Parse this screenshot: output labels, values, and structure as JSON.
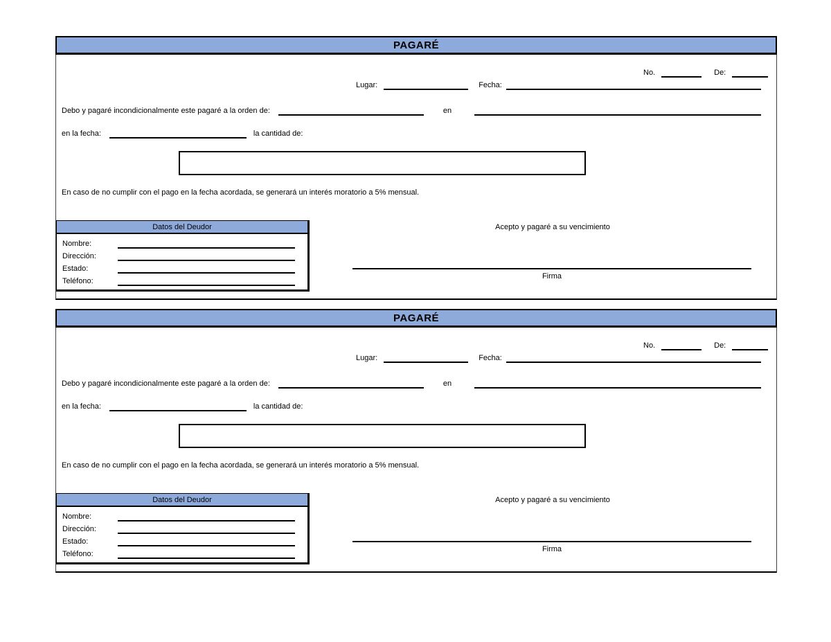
{
  "copies": 2,
  "theme": {
    "header_blue": "#8EAADB",
    "line_black": "#000000"
  },
  "form": {
    "title": "PAGARÉ",
    "no_label": "No.",
    "no_value": "",
    "de_label": "De:",
    "de_value": "",
    "lugar_label": "Lugar:",
    "lugar_value": "",
    "fecha_label": "Fecha:",
    "fecha_value": "",
    "order_clause": "Debo y pagaré incondicionalmente este pagaré a la orden de:",
    "orden_value": "",
    "en_label": "en",
    "en_value": "",
    "fecha_clause": "en la fecha:",
    "fecha_pago_value": "",
    "cantidad_clause": "la cantidad de:",
    "cantidad_value": "",
    "interest_note": "En caso de no cumplir con el pago en la fecha acordada, se generará un interés moratorio a 5% mensual.",
    "debtor": {
      "title": "Datos del Deudor",
      "fields": [
        {
          "label": "Nombre:",
          "value": ""
        },
        {
          "label": "Dirección:",
          "value": ""
        },
        {
          "label": "Estado:",
          "value": ""
        },
        {
          "label": "Teléfono:",
          "value": ""
        }
      ]
    },
    "acceptance": "Acepto y pagaré a su vencimiento",
    "firma_label": "Firma"
  }
}
